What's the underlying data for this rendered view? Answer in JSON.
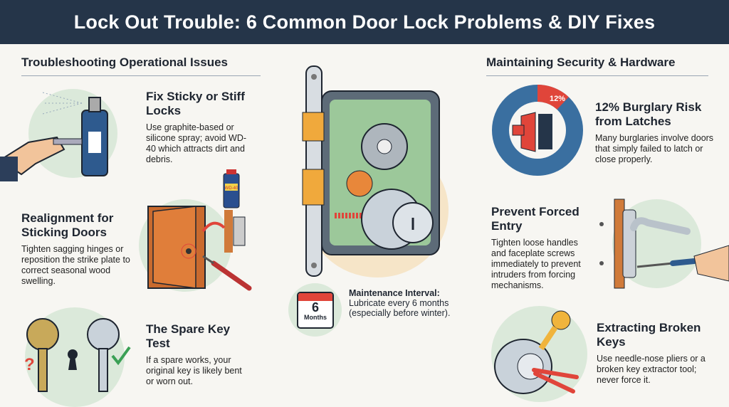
{
  "title": "Lock Out Trouble: 6 Common Door Lock Problems & DIY Fixes",
  "left": {
    "heading": "Troubleshooting Operational Issues",
    "items": [
      {
        "title": "Fix Sticky or Stiff Locks",
        "body": "Use graphite-based or silicone spray; avoid WD-40 which attracts dirt and debris.",
        "icon": "spray-can-key"
      },
      {
        "title": "Realignment for Sticking Doors",
        "body": "Tighten sagging hinges or reposition the strike plate to correct seasonal wood swelling.",
        "icon": "door-hinge"
      },
      {
        "title": "The Spare Key Test",
        "body": "If a spare works, your original key is likely bent or worn out.",
        "icon": "keys-compare"
      }
    ]
  },
  "center": {
    "calendar_number": "6",
    "calendar_unit": "Months",
    "maint_title": "Maintenance Interval:",
    "maint_body": "Lubricate every 6 months (especially before winter).",
    "spray_label": "WD-40"
  },
  "right": {
    "heading": "Maintaining Security & Hardware",
    "donut_label": "12%",
    "donut_fraction": 0.12,
    "items": [
      {
        "title": "12% Burglary Risk from Latches",
        "body": "Many burglaries involve doors that simply failed to latch or close properly.",
        "icon": "broken-door"
      },
      {
        "title": "Prevent Forced Entry",
        "body": "Tighten loose handles and faceplate screws immediately to prevent intruders from forcing mechanisms.",
        "icon": "screwdriver-handle"
      },
      {
        "title": "Extracting Broken Keys",
        "body": "Use needle-nose pliers or a broken key extractor tool; never force it.",
        "icon": "pliers-key"
      }
    ]
  },
  "colors": {
    "header": "#253549",
    "accent_red": "#e0453a",
    "accent_blue": "#3a6fa0",
    "circle_green": "#dbe9da"
  }
}
